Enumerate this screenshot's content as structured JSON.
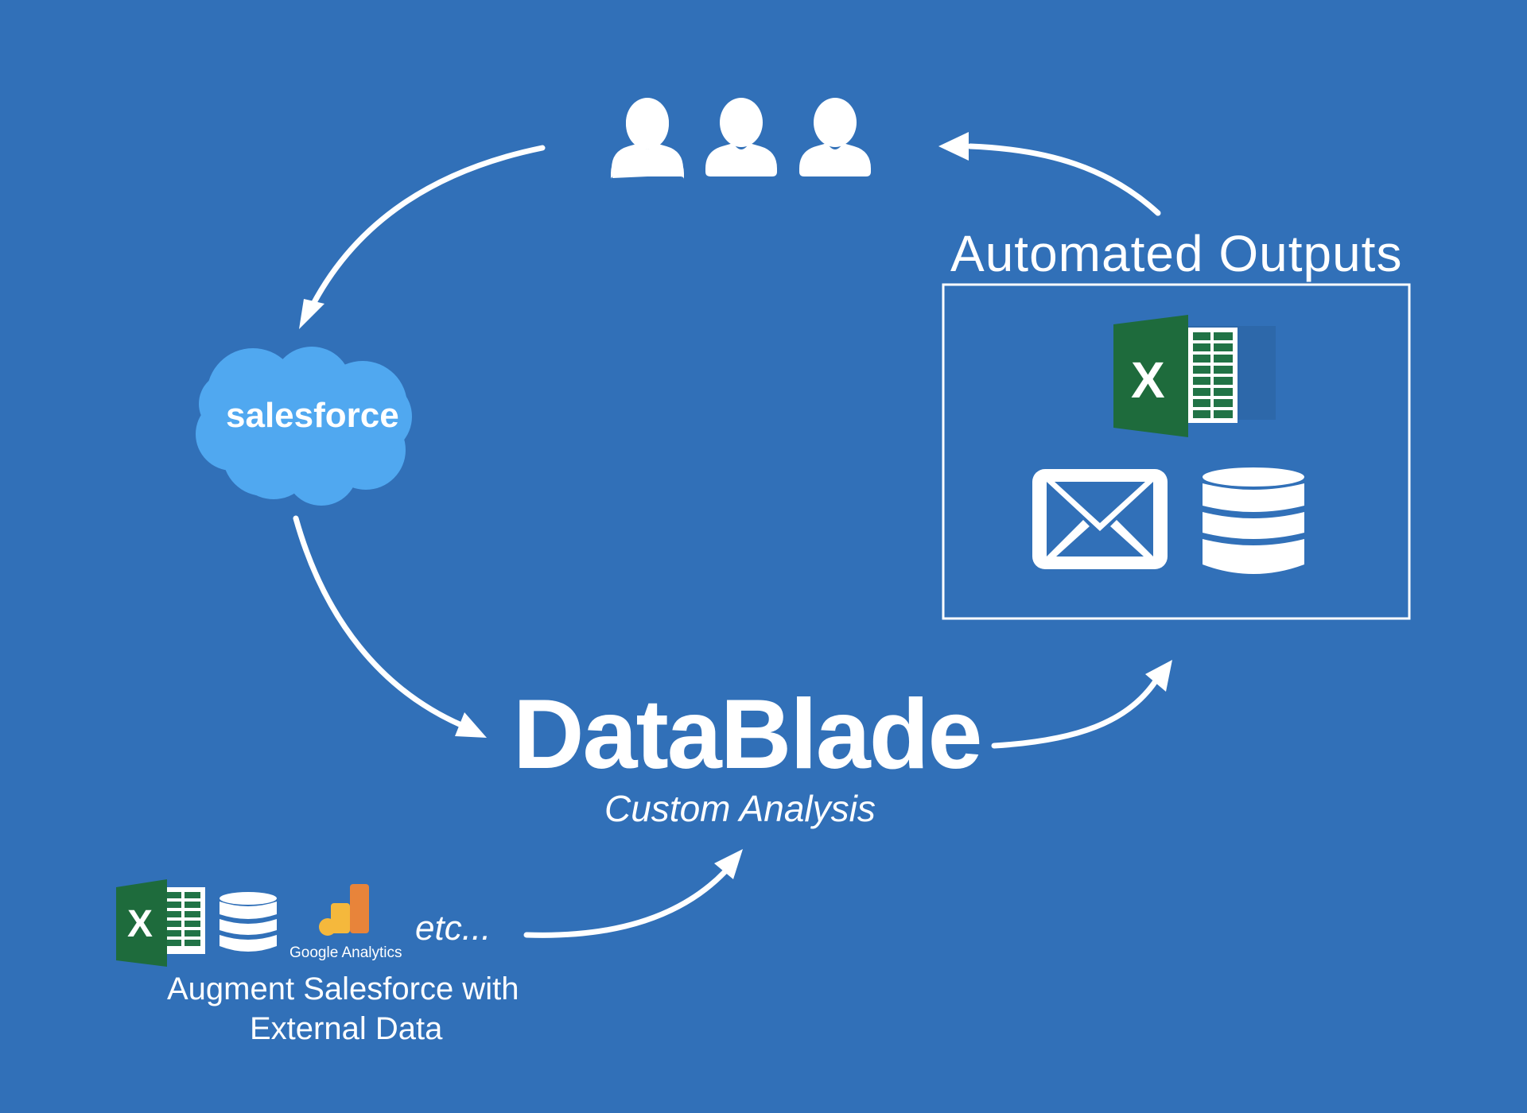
{
  "diagram": {
    "outputs_title": "Automated Outputs",
    "brand_title": "DataBlade",
    "brand_subtitle": "Custom Analysis",
    "salesforce_label": "salesforce",
    "google_analytics_label": "Google Analytics",
    "etc_label": "etc...",
    "augment_line1": "Augment Salesforce with",
    "augment_line2": "External Data"
  },
  "colors": {
    "background": "#3170B8",
    "salesforce_cloud": "#50A8F0",
    "excel_dark": "#1E6B3C",
    "excel_mid": "#217346",
    "ga_orange": "#E8843A",
    "ga_yellow": "#F5B83C",
    "white": "#FFFFFF"
  },
  "icons": [
    "user-icon",
    "salesforce-cloud-icon",
    "excel-icon",
    "database-icon",
    "envelope-icon",
    "google-analytics-icon",
    "arrow-icon"
  ]
}
